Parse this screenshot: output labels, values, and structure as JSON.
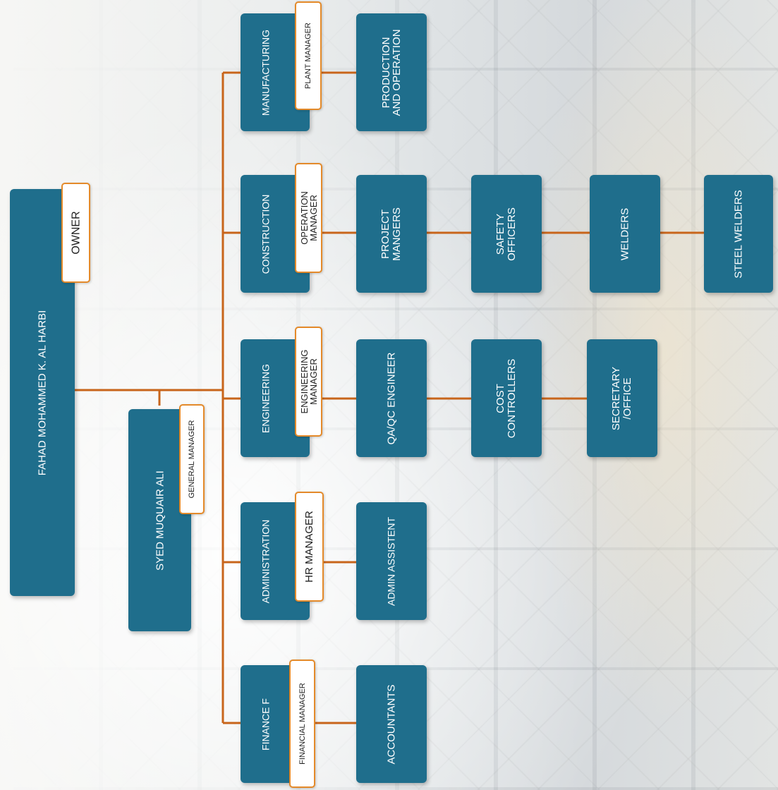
{
  "owner": {
    "name": "FAHAD MOHAMMED K. AL HARBI",
    "role": "OWNER"
  },
  "general_manager": {
    "name": "SYED MUQUAIR ALI",
    "role": "GENERAL MANAGER"
  },
  "departments": [
    {
      "name": "MANUFACTURING",
      "manager": "PLANT MANAGER",
      "children": [
        "PRODUCTION\nAND OPERATION"
      ]
    },
    {
      "name": "CONSTRUCTION",
      "manager": "OPERATION\nMANAGER",
      "children": [
        "PROJECT\nMANGERS",
        "SAFETY\nOFFICERS",
        "WELDERS",
        "STEEL WELDERS"
      ]
    },
    {
      "name": "ENGINEERING",
      "manager": "ENGINEERING\nMANAGER",
      "children": [
        "QA/QC ENGINEER",
        "COST\nCONTROLLERS",
        "SECRETARY\n/OFFICE"
      ]
    },
    {
      "name": "ADMINISTRATION",
      "manager": "HR MANAGER",
      "children": [
        "ADMIN ASSISTENT"
      ]
    },
    {
      "name": "FINANCE F",
      "manager": "FINANCIAL MANAGER",
      "children": [
        "ACCOUNTANTS"
      ]
    }
  ],
  "colors": {
    "box": "#1f6e8c",
    "connector": "#c8651b",
    "label_border": "#e48a2a",
    "label_bg": "#ffffff"
  }
}
